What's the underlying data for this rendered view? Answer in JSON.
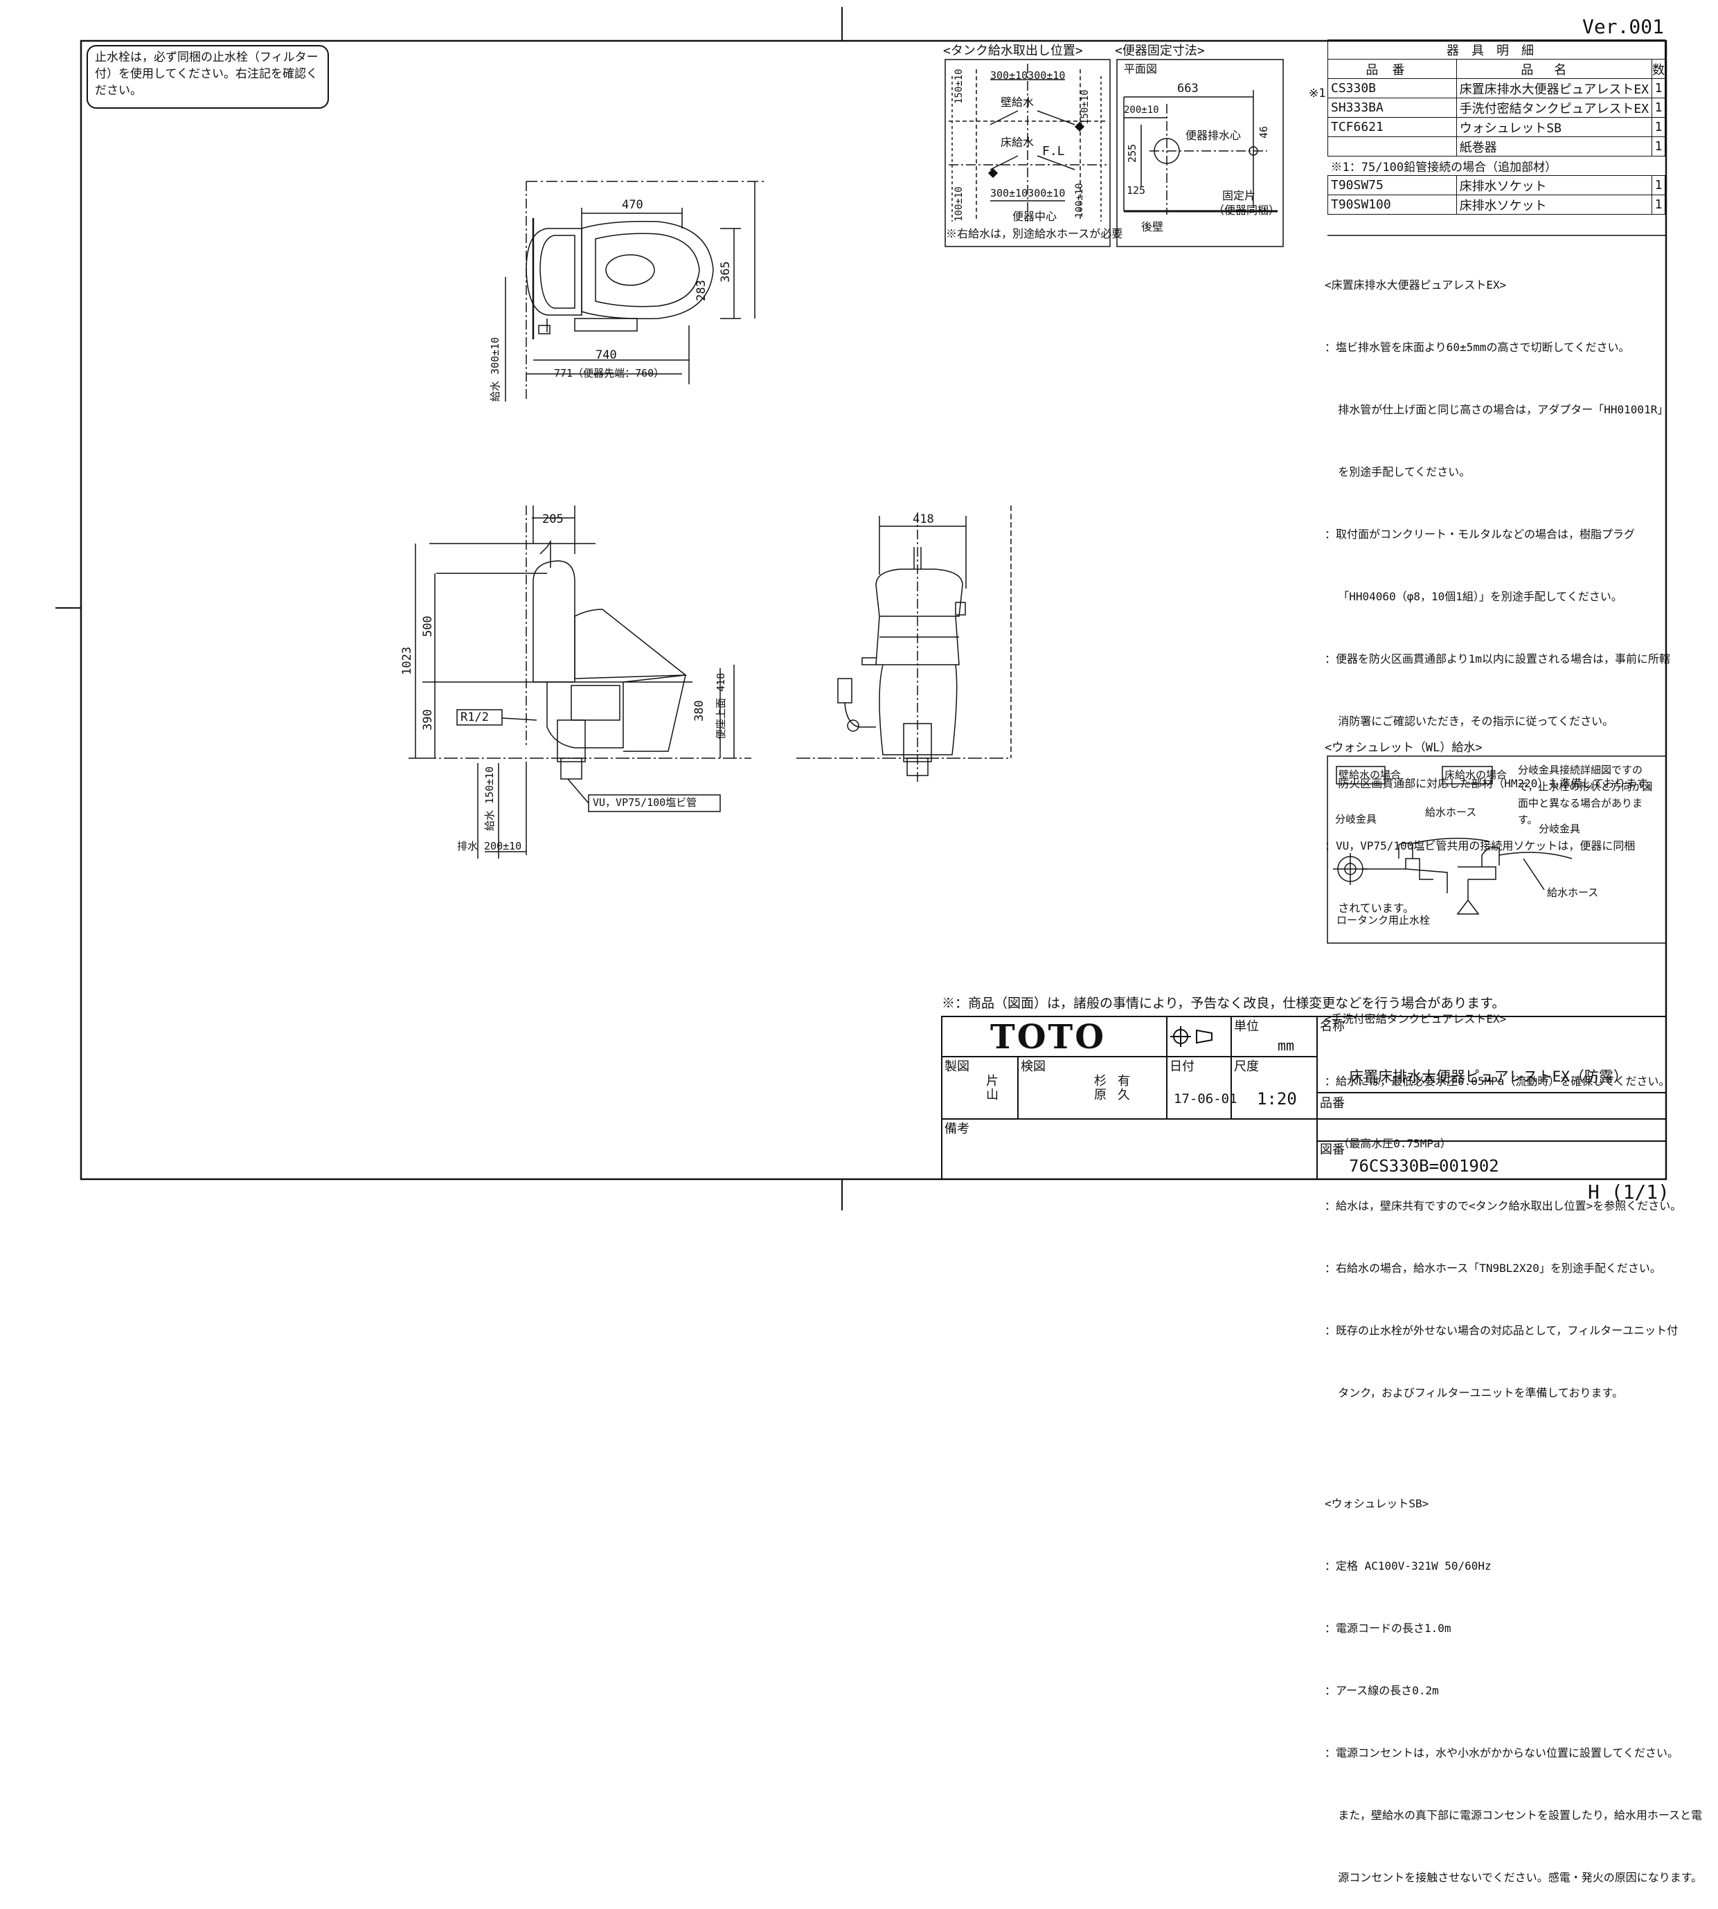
{
  "version": "Ver.001",
  "sheet_code": "H (1/1)",
  "note_box": "止水栓は，必ず同梱の止水栓（フィルター付）を使用してください。右注記を確認ください。",
  "detail_titles": {
    "tank_supply": "<タンク給水取出し位置>",
    "fixing": "<便器固定寸法>"
  },
  "tank_supply": {
    "wall_supply": "壁給水",
    "floor_supply": "床給水",
    "fl": "F.L",
    "center": "便器中心",
    "dim_top": "300±10300±10",
    "dim_bottom": "300±10300±10",
    "dim_150a": "150±10",
    "dim_150b": "150±10",
    "dim_100a": "100±10",
    "dim_100b": "100±10",
    "note": "※右給水は，別途給水ホースが必要"
  },
  "fixing": {
    "plan": "平面図",
    "d663": "663",
    "d200": "200±10",
    "d255": "255",
    "d125": "125",
    "d46": "46",
    "drain_center": "便器排水心",
    "fixing_piece": "固定片",
    "fixing_piece_note": "（便器同梱）",
    "back_wall": "後壁"
  },
  "parts_table": {
    "header": "器具明細",
    "col_code": "品番",
    "col_name": "品名",
    "col_qty": "数",
    "mark": "※1",
    "rows": [
      {
        "code": "CS330B",
        "name": "床置床排水大便器ピュアレストEX",
        "qty": "1"
      },
      {
        "code": "SH333BA",
        "name": "手洗付密結タンクピュアレストEX",
        "qty": "1"
      },
      {
        "code": "TCF6621",
        "name": "ウォシュレットSB",
        "qty": "1"
      },
      {
        "code": "",
        "name": "紙巻器",
        "qty": "1"
      }
    ],
    "sub_title": "※1：75/100鉛管接続の場合（追加部材）",
    "sub_rows": [
      {
        "code": "T90SW75",
        "name": "床排水ソケット",
        "qty": "1"
      },
      {
        "code": "T90SW100",
        "name": "床排水ソケット",
        "qty": "1"
      }
    ]
  },
  "notes": [
    "<床置床排水大便器ピュアレストEX>",
    "：塩ビ排水管を床面より60±5mmの高さで切断してください。",
    "  排水管が仕上げ面と同じ高さの場合は，アダプター「HH01001R」",
    "  を別途手配してください。",
    "：取付面がコンクリート・モルタルなどの場合は，樹脂プラグ",
    "  「HH04060（φ8，10個1組）」を別途手配してください。",
    "：便器を防火区画貫通部より1m以内に設置される場合は，事前に所轄",
    "  消防署にご確認いただき，その指示に従ってください。",
    "  防火区画貫通部に対応した部材（HM220）も準備しております。",
    "：VU，VP75/100塩ビ管共用の接続用ソケットは，便器に同梱",
    "  されています。",
    "",
    "<手洗付密結タンクピュアレストEX>",
    "：給水には，最低必要水圧0.05MPa（流動時）を確保してください。",
    "  （最高水圧0.75MPa）",
    "：給水は，壁床共有ですので<タンク給水取出し位置>を参照ください。",
    "：右給水の場合，給水ホース「TN9BL2X20」を別途手配ください。",
    "：既存の止水栓が外せない場合の対応品として，フィルターユニット付",
    "  タンク，およびフィルターユニットを準備しております。",
    "",
    "<ウォシュレットSB>",
    "：定格 AC100V-321W 50/60Hz",
    "：電源コードの長さ1.0m",
    "：アース線の長さ0.2m",
    "：電源コンセントは，水や小水がかからない位置に設置してください。",
    "  また，壁給水の真下部に電源コンセントを設置したり，給水用ホースと電",
    "  源コンセントを接触させないでください。感電・発火の原因になります。"
  ],
  "wl_supply": {
    "title": "<ウォシュレット（WL）給水>",
    "wall": "壁給水の場合",
    "floor": "床給水の場合",
    "note": "分岐金具接続詳細図ですので，止水栓の形状と方向が図面中と異なる場合があります。",
    "branch_left": "分岐金具",
    "hose_left": "給水ホース",
    "branch_right": "分岐金具",
    "hose_right": "給水ホース",
    "valve": "ロータンク用止水栓"
  },
  "plan_view": {
    "d470": "470",
    "d740": "740",
    "d771": "771（便器先端：760）",
    "d283": "283",
    "d365": "365",
    "supply300": "給水 300±10"
  },
  "side_view": {
    "d205": "205",
    "d500": "500",
    "d1023": "1023",
    "d390": "390",
    "d380": "380",
    "d418": "便座上面 418",
    "r12": "R1/2",
    "pipe": "VU，VP75/100塩ビ管",
    "supply150": "給水 150±10",
    "drain200": "排水 200±10"
  },
  "front_view": {
    "d418": "418"
  },
  "disclaimer": "※：商品（図面）は，諸般の事情により，予告なく改良，仕様変更などを行う場合があります。",
  "title_block": {
    "logo": "TOTO",
    "unit_label": "単位",
    "unit": "mm",
    "name_label": "名称",
    "product_name": "床置床排水大便器ピュアレストEX（防露）",
    "drawn_label": "製図",
    "drawn_by": "片山",
    "checked_label": "検図",
    "checked_by_1": "杉原",
    "checked_by_2": "有久",
    "date_label": "日付",
    "date": "17-06-01",
    "scale_label": "尺度",
    "scale": "1:20",
    "product_no_label": "品番",
    "remarks_label": "備考",
    "drawing_no_label": "図番",
    "drawing_no": "76CS330B=001902"
  }
}
